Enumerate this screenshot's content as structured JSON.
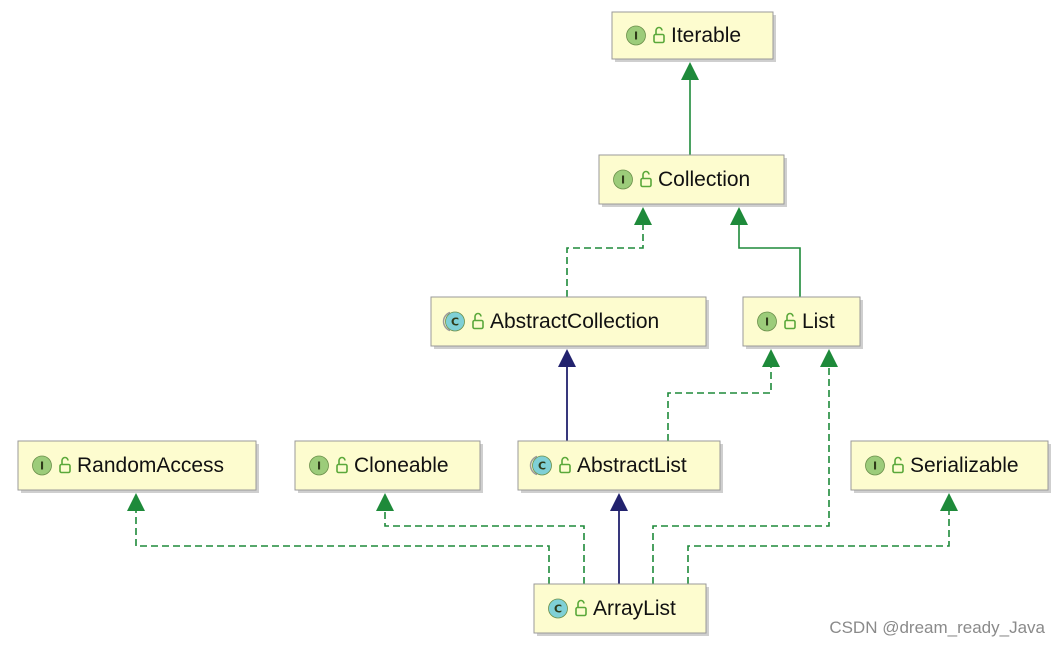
{
  "nodes": [
    {
      "id": "iterable",
      "kind": "interface",
      "badge": "I",
      "label": "Iterable"
    },
    {
      "id": "collection",
      "kind": "interface",
      "badge": "I",
      "label": "Collection"
    },
    {
      "id": "abstractcollection",
      "kind": "abstract-class",
      "badge": "C",
      "label": "AbstractCollection"
    },
    {
      "id": "list",
      "kind": "interface",
      "badge": "I",
      "label": "List"
    },
    {
      "id": "randomaccess",
      "kind": "interface",
      "badge": "I",
      "label": "RandomAccess"
    },
    {
      "id": "cloneable",
      "kind": "interface",
      "badge": "I",
      "label": "Cloneable"
    },
    {
      "id": "abstractlist",
      "kind": "abstract-class",
      "badge": "C",
      "label": "AbstractList"
    },
    {
      "id": "serializable",
      "kind": "interface",
      "badge": "I",
      "label": "Serializable"
    },
    {
      "id": "arraylist",
      "kind": "class",
      "badge": "C",
      "label": "ArrayList"
    }
  ],
  "edges": [
    {
      "from": "collection",
      "to": "iterable",
      "style": "extends-interface"
    },
    {
      "from": "abstractcollection",
      "to": "collection",
      "style": "implements"
    },
    {
      "from": "list",
      "to": "collection",
      "style": "extends-interface"
    },
    {
      "from": "abstractlist",
      "to": "abstractcollection",
      "style": "extends-class"
    },
    {
      "from": "abstractlist",
      "to": "list",
      "style": "implements"
    },
    {
      "from": "arraylist",
      "to": "randomaccess",
      "style": "implements"
    },
    {
      "from": "arraylist",
      "to": "cloneable",
      "style": "implements"
    },
    {
      "from": "arraylist",
      "to": "abstractlist",
      "style": "extends-class"
    },
    {
      "from": "arraylist",
      "to": "list",
      "style": "implements"
    },
    {
      "from": "arraylist",
      "to": "serializable",
      "style": "implements"
    }
  ],
  "colors": {
    "node_fill": "#fdfccf",
    "interface_badge": "#9ccc7a",
    "class_badge": "#7fd0d6",
    "implements_edge": "#1e8a3a",
    "extends_class_edge": "#22226e",
    "lock_icon": "#5aa83a"
  },
  "watermark": "CSDN @dream_ready_Java"
}
